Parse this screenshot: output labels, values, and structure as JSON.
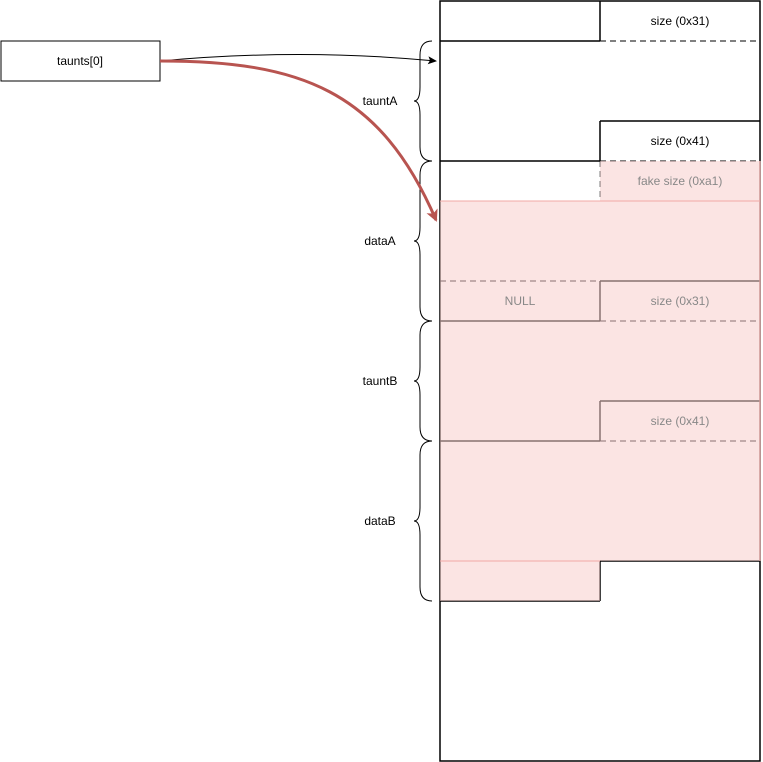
{
  "pointer_box": {
    "label": "taunts[0]"
  },
  "regions": {
    "tauntA": "tauntA",
    "dataA": "dataA",
    "tauntB": "tauntB",
    "dataB": "dataB"
  },
  "fields": {
    "size_a": "size (0x31)",
    "size_b": "size (0x41)",
    "fake_size": "fake size (0xa1)",
    "null_field": "NULL",
    "size_c": "size (0x31)",
    "size_d": "size (0x41)"
  },
  "colors": {
    "overlay_fill": "#f8cecc",
    "arrow": "#b85450",
    "line": "#000000"
  }
}
